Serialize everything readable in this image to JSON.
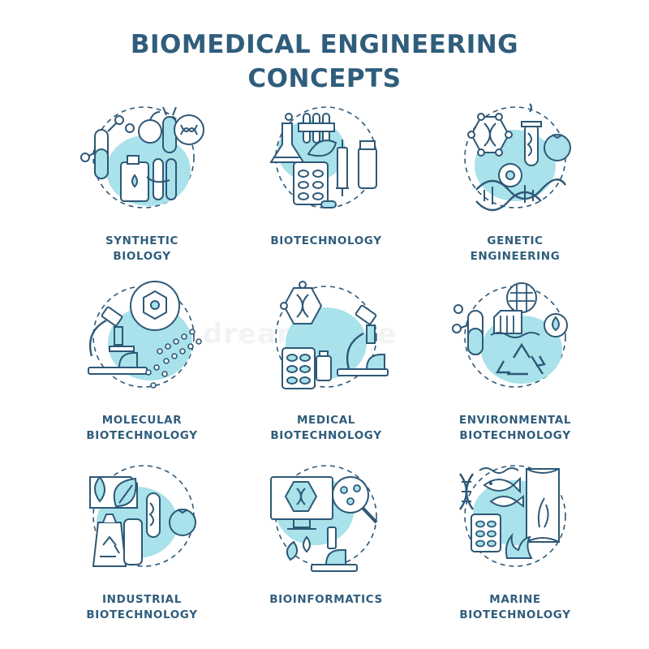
{
  "title": {
    "line1": "BIOMEDICAL ENGINEERING",
    "line2": "CONCEPTS"
  },
  "colors": {
    "stroke": "#2e5877",
    "fill": "#a9e2ea",
    "text": "#2f5d7c"
  },
  "icons": [
    {
      "name": "synthetic-biology-icon",
      "line1": "SYNTHETIC",
      "line2": "BIOLOGY"
    },
    {
      "name": "biotechnology-icon",
      "line1": "BIOTECHNOLOGY",
      "line2": ""
    },
    {
      "name": "genetic-engineering-icon",
      "line1": "GENETIC",
      "line2": "ENGINEERING"
    },
    {
      "name": "molecular-biotechnology-icon",
      "line1": "MOLECULAR",
      "line2": "BIOTECHNOLOGY"
    },
    {
      "name": "medical-biotechnology-icon",
      "line1": "MEDICAL",
      "line2": "BIOTECHNOLOGY"
    },
    {
      "name": "environmental-biotechnology-icon",
      "line1": "ENVIRONMENTAL",
      "line2": "BIOTECHNOLOGY"
    },
    {
      "name": "industrial-biotechnology-icon",
      "line1": "INDUSTRIAL",
      "line2": "BIOTECHNOLOGY"
    },
    {
      "name": "bioinformatics-icon",
      "line1": "BIOINFORMATICS",
      "line2": ""
    },
    {
      "name": "marine-biotechnology-icon",
      "line1": "MARINE",
      "line2": "BIOTECHNOLOGY"
    }
  ]
}
